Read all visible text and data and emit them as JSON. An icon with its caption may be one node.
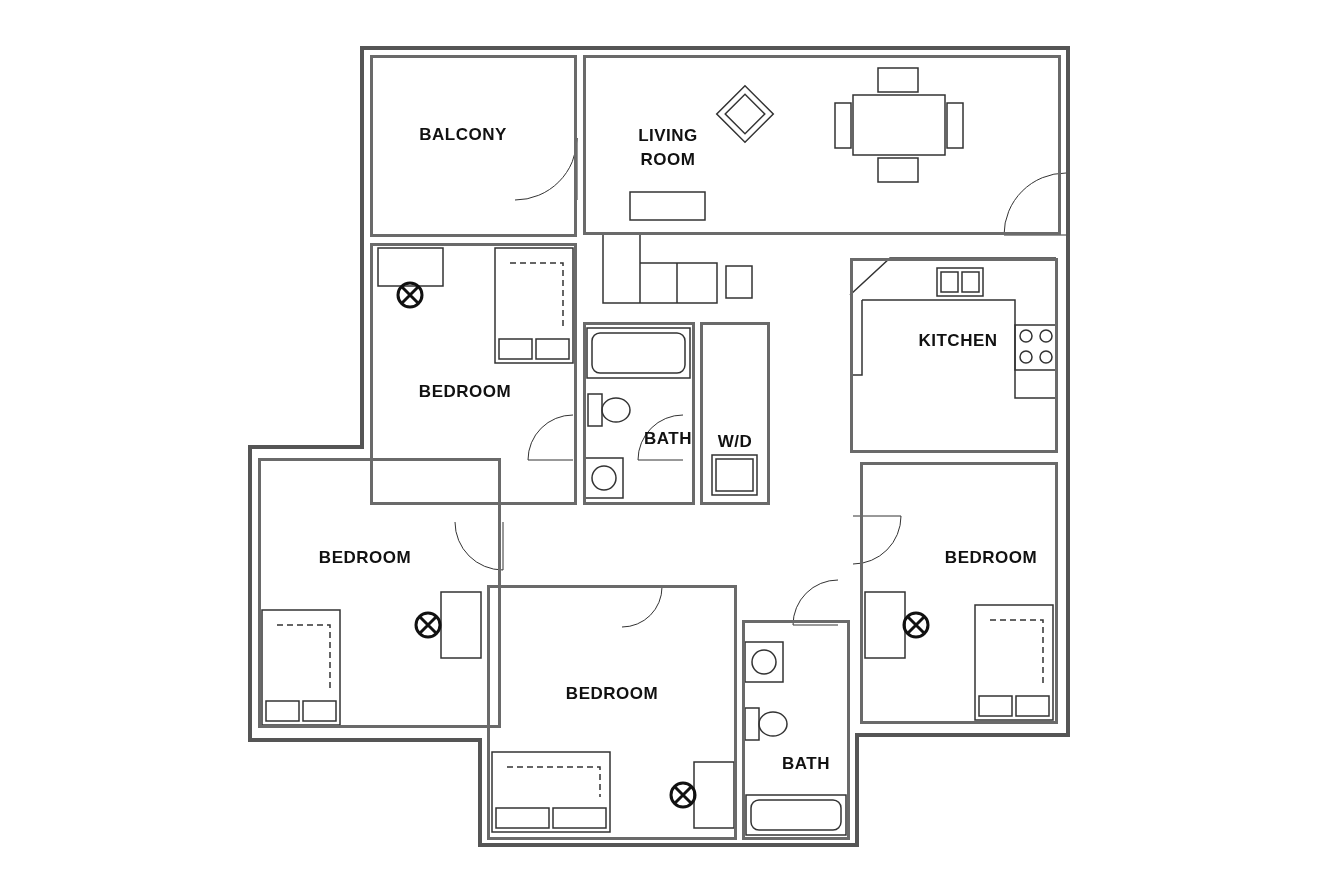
{
  "diagram": {
    "nodes": [
      {
        "text": [
          "BALCONY"
        ]
      },
      {
        "text": [
          "LIVING ROOM"
        ]
      },
      {
        "text": [
          "BEDROOM"
        ]
      },
      {
        "text": [
          "BATH"
        ]
      },
      {
        "text": [
          "W/D"
        ]
      },
      {
        "text": [
          "KITCHEN"
        ]
      },
      {
        "text": [
          "BEDROOM"
        ]
      },
      {
        "text": [
          "BEDROOM"
        ]
      },
      {
        "text": [
          "BEDROOM"
        ]
      },
      {
        "text": [
          "BATH"
        ]
      }
    ]
  }
}
